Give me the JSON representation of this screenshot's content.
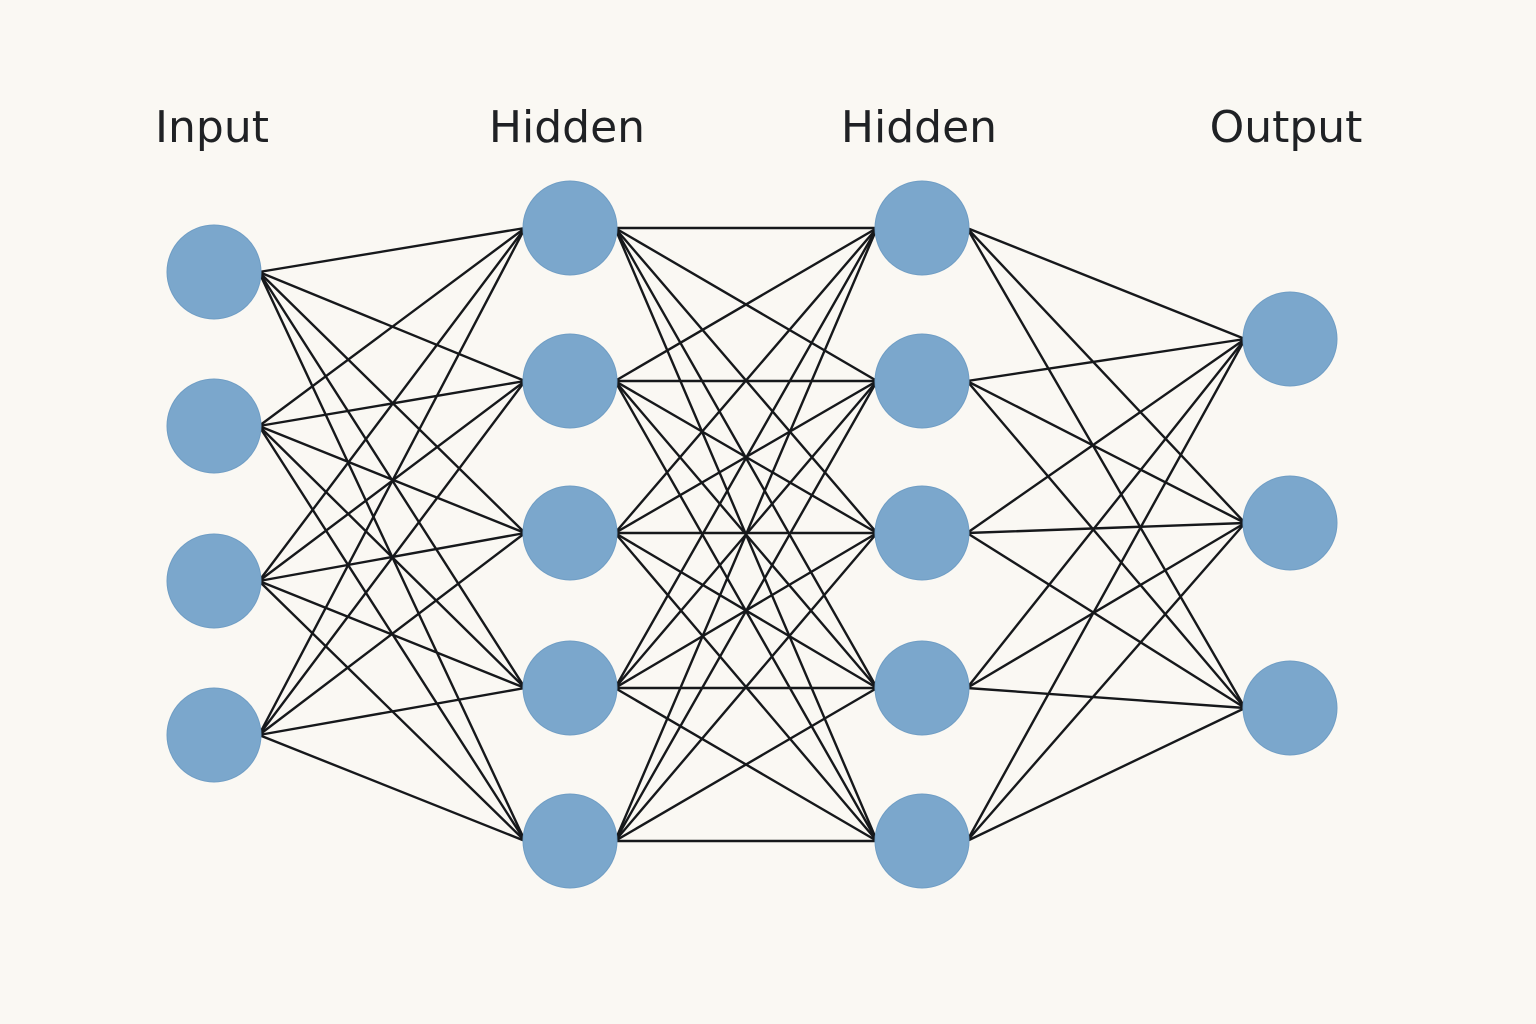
{
  "diagram": {
    "node_color": "#7ba7cc",
    "edge_color": "#16181b",
    "background_color": "#faf8f3",
    "layers": [
      {
        "label": "Input",
        "nodes": 4
      },
      {
        "label": "Hidden",
        "nodes": 5
      },
      {
        "label": "Hidden",
        "nodes": 5
      },
      {
        "label": "Output",
        "nodes": 3
      }
    ],
    "connectivity": "fully-connected"
  }
}
